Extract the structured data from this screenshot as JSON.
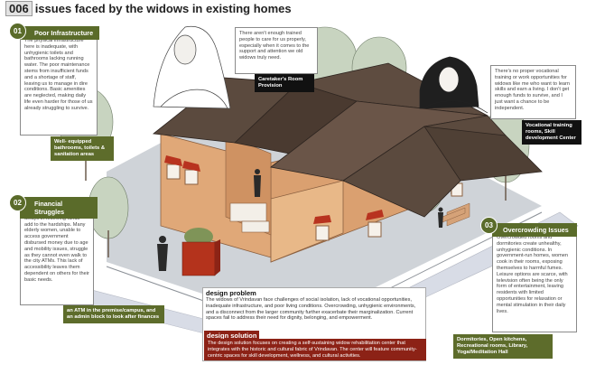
{
  "title": {
    "number": "006",
    "text": "issues faced by the widows in existing homes"
  },
  "sections": [
    {
      "number": "01",
      "heading": "Poor Infrastructure",
      "body": "The physical infrastructure here is inadequate, with unhygienic toilets and bathrooms lacking running water. The poor maintenance stems from insufficient funds and a shortage of staff, leaving us to manage in dire conditions. Basic amenities are neglected, making daily life even harder for those of us already struggling to survive.",
      "solution": "Well- equipped bathrooms, toilets & sanitation areas"
    },
    {
      "number": "02",
      "heading": "Financial Struggles",
      "body": "Low salaries and frequent delays in receiving funds add to the hardships. Many elderly women, unable to access government disbursed money due to age and mobility issues, struggle as they cannot even walk to the city ATMs. This lack of accessibility leaves them dependent on others for their basic needs.",
      "solution": "an ATM in the premise/campus, and an admin block to look after finances"
    },
    {
      "number": "03",
      "heading": "Overcrowding Issues",
      "body": "Overcrowded rooms and dormitories create unhealthy, unhygienic conditions. In government-run homes, women cook in their rooms, exposing themselves to harmful fumes. Leisure options are scarce, with television often being the only form of entertainment, leaving residents with limited opportunities for relaxation or mental stimulation in their daily lives.",
      "solution": "Dormitories, Open kitchens, Recreational rooms, Library, Yoga/Meditation Hall"
    }
  ],
  "quotes": [
    {
      "text": "There aren't enough trained people to care for us properly, especially when it comes to the support and attention we old widows truly need.",
      "solution": "Caretaker's Room Provision"
    },
    {
      "text": "There's no proper vocational training or work opportunities for widows like me who want to learn skills and earn a living. I don't get enough funds to survive, and I just want a chance to be independent.",
      "solution": "Vocational training rooms, Skill development Center"
    }
  ],
  "design_problem": {
    "heading": "design problem",
    "body": "The widows of Vrindavan face challenges of social isolation, lack of vocational opportunities, inadequate infrastructure, and poor living conditions. Overcrowding, unhygienic environments, and a disconnect from the larger community further exacerbate their marginalization. Current spaces fail to address their need for dignity, belonging, and empowerment."
  },
  "design_solution": {
    "heading": "design solution",
    "body": "The design solution focuses on creating a self-sustaining widow rehabilitation center that integrates with the historic and cultural fabric of Vrindavan. The center will feature community-centric spaces for skill development, wellness, and cultural activities."
  },
  "colors": {
    "olive": "#5a6b2a",
    "maroon": "#8c2216",
    "wall": "#e0a878",
    "roof": "#5b4a3e",
    "awning": "#b8331f"
  }
}
